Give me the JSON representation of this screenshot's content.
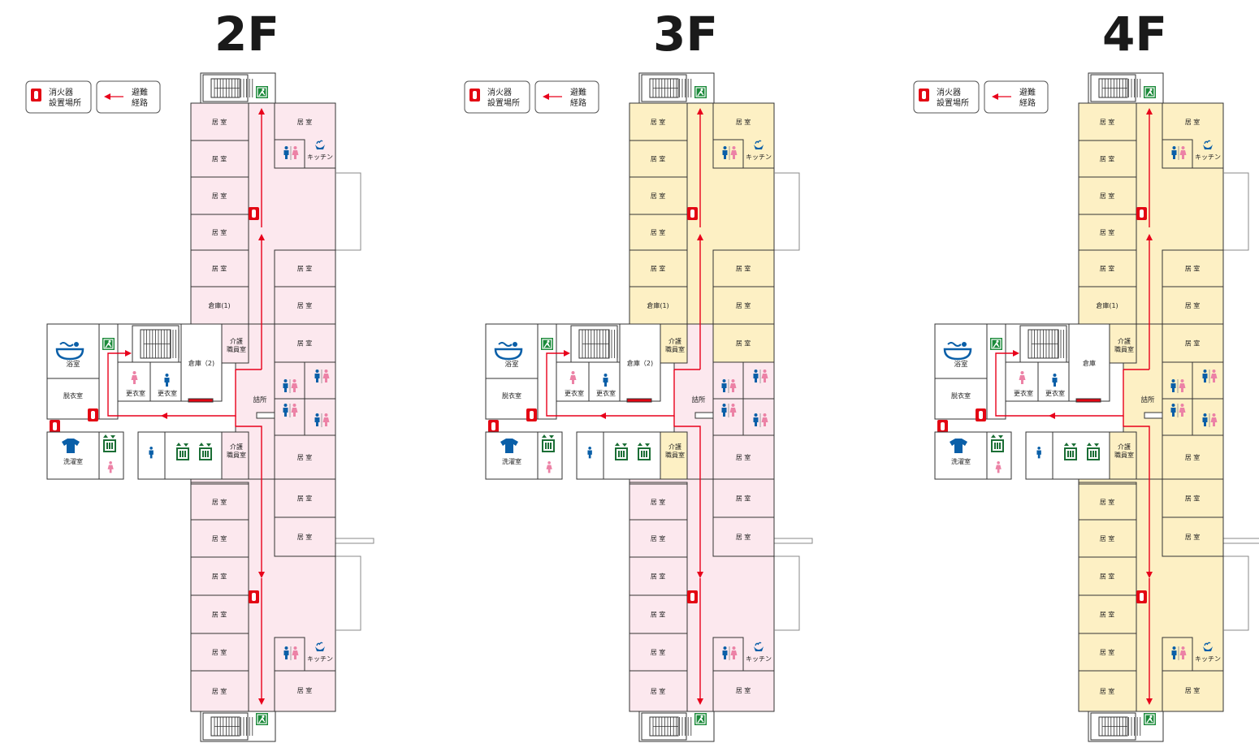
{
  "floors": [
    {
      "id": "2F",
      "title": "2F",
      "theme": "pink",
      "ox": 0
    },
    {
      "id": "3F",
      "title": "3F",
      "theme": "mixed",
      "ox": 540
    },
    {
      "id": "4F",
      "title": "4F",
      "theme": "yellow",
      "ox": 1093
    }
  ],
  "legend": {
    "extinguisher": [
      "消火器",
      "設置場所"
    ],
    "route": [
      "避難",
      "経路"
    ]
  },
  "labels": {
    "room": "居 室",
    "storage1": "倉庫(1)",
    "storage2": "倉庫（2)",
    "storage": "倉庫",
    "care_staff": [
      "介護",
      "職員室"
    ],
    "bath": "浴室",
    "undress": "脱衣室",
    "changing": "更衣室",
    "kitchen": "キッチン",
    "station": "詰所",
    "laundry": "洗濯室"
  },
  "colors": {
    "pink": "#fce8ee",
    "yellow": "#fdf0c4",
    "red": "#e30613",
    "route": "#e8001b",
    "exit_green": "#1b8a3a",
    "male_blue": "#0a5fa8",
    "female_pink": "#ec82a6",
    "elevator_green": "#1b6e35"
  }
}
